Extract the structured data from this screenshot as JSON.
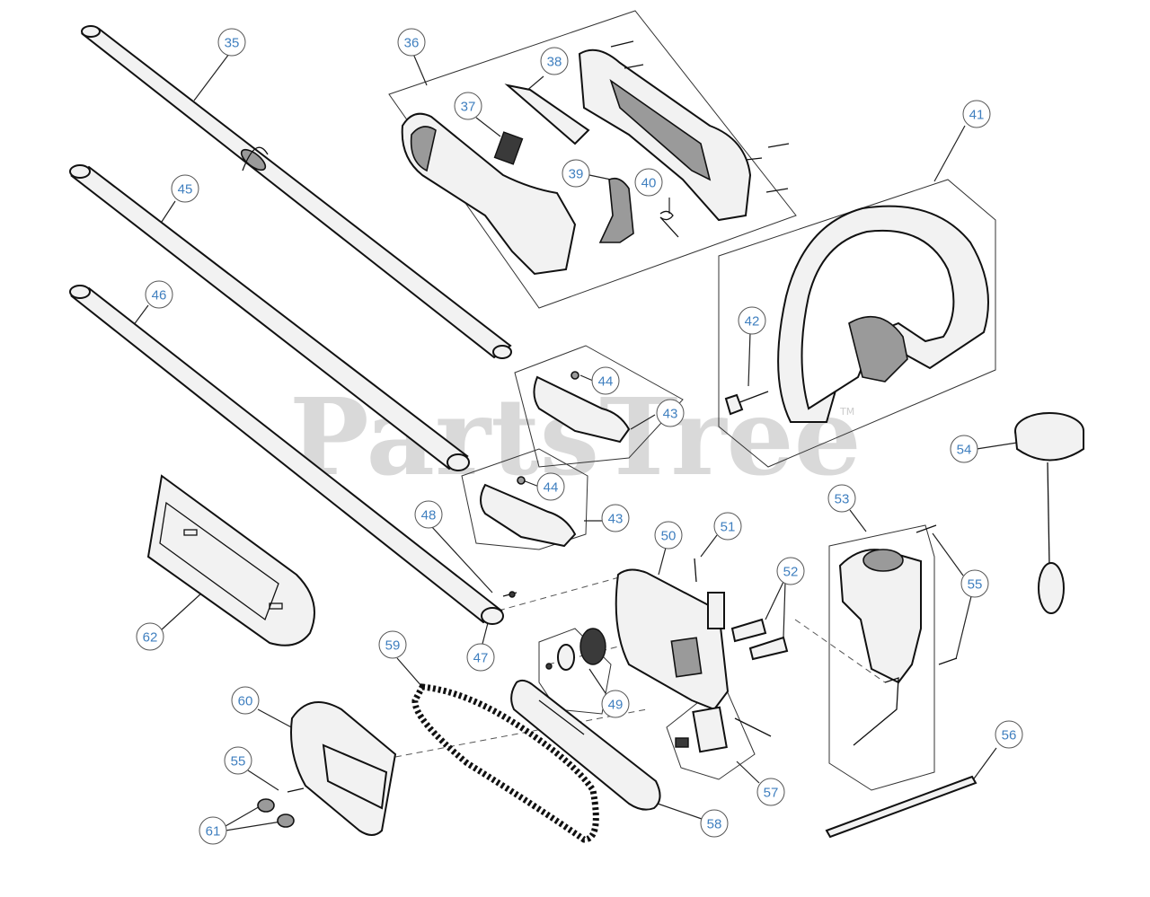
{
  "watermark": {
    "text": "PartsTree",
    "mark": "TM"
  },
  "callouts": [
    {
      "id": "35",
      "label": "35"
    },
    {
      "id": "36",
      "label": "36"
    },
    {
      "id": "37",
      "label": "37"
    },
    {
      "id": "38",
      "label": "38"
    },
    {
      "id": "39",
      "label": "39"
    },
    {
      "id": "40",
      "label": "40"
    },
    {
      "id": "41",
      "label": "41"
    },
    {
      "id": "42",
      "label": "42"
    },
    {
      "id": "43a",
      "label": "43"
    },
    {
      "id": "43b",
      "label": "43"
    },
    {
      "id": "44a",
      "label": "44"
    },
    {
      "id": "44b",
      "label": "44"
    },
    {
      "id": "45",
      "label": "45"
    },
    {
      "id": "46",
      "label": "46"
    },
    {
      "id": "47",
      "label": "47"
    },
    {
      "id": "48",
      "label": "48"
    },
    {
      "id": "49",
      "label": "49"
    },
    {
      "id": "50",
      "label": "50"
    },
    {
      "id": "51",
      "label": "51"
    },
    {
      "id": "52",
      "label": "52"
    },
    {
      "id": "53",
      "label": "53"
    },
    {
      "id": "54",
      "label": "54"
    },
    {
      "id": "55a",
      "label": "55"
    },
    {
      "id": "55b",
      "label": "55"
    },
    {
      "id": "56",
      "label": "56"
    },
    {
      "id": "57",
      "label": "57"
    },
    {
      "id": "58",
      "label": "58"
    },
    {
      "id": "59",
      "label": "59"
    },
    {
      "id": "60",
      "label": "60"
    },
    {
      "id": "61",
      "label": "61"
    },
    {
      "id": "62",
      "label": "62"
    }
  ]
}
